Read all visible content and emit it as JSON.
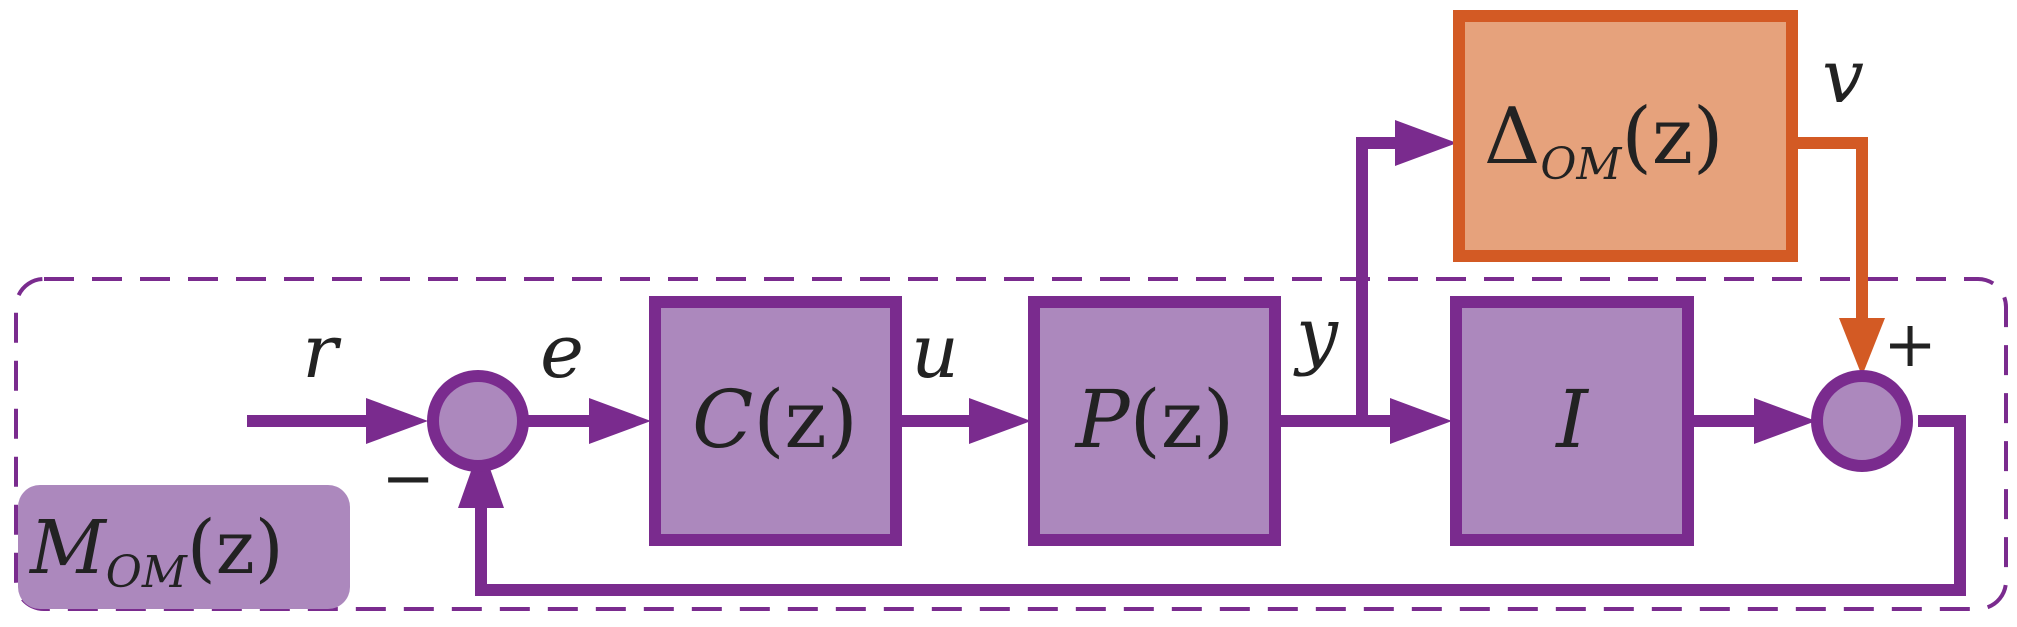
{
  "colors": {
    "purple_stroke": "#7a2b8e",
    "purple_fill": "#ac88bd",
    "orange_stroke": "#d35a24",
    "orange_fill": "#e6a27c",
    "text": "#222222",
    "background": "#ffffff"
  },
  "blocks": {
    "controller": {
      "name": "C",
      "arg": "(z)"
    },
    "plant": {
      "name": "P",
      "arg": "(z)"
    },
    "identity": {
      "name": "I"
    },
    "uncertainty": {
      "name": "Δ",
      "sub": "OM",
      "arg": "(z)"
    }
  },
  "signals": {
    "reference": "r",
    "error": "e",
    "control": "u",
    "output": "y",
    "perturbation": "v"
  },
  "summing_signs": {
    "feedback_sign": "−",
    "perturbation_sign": "+"
  },
  "region_label": {
    "name": "M",
    "sub": "OM",
    "arg": "(z)"
  }
}
